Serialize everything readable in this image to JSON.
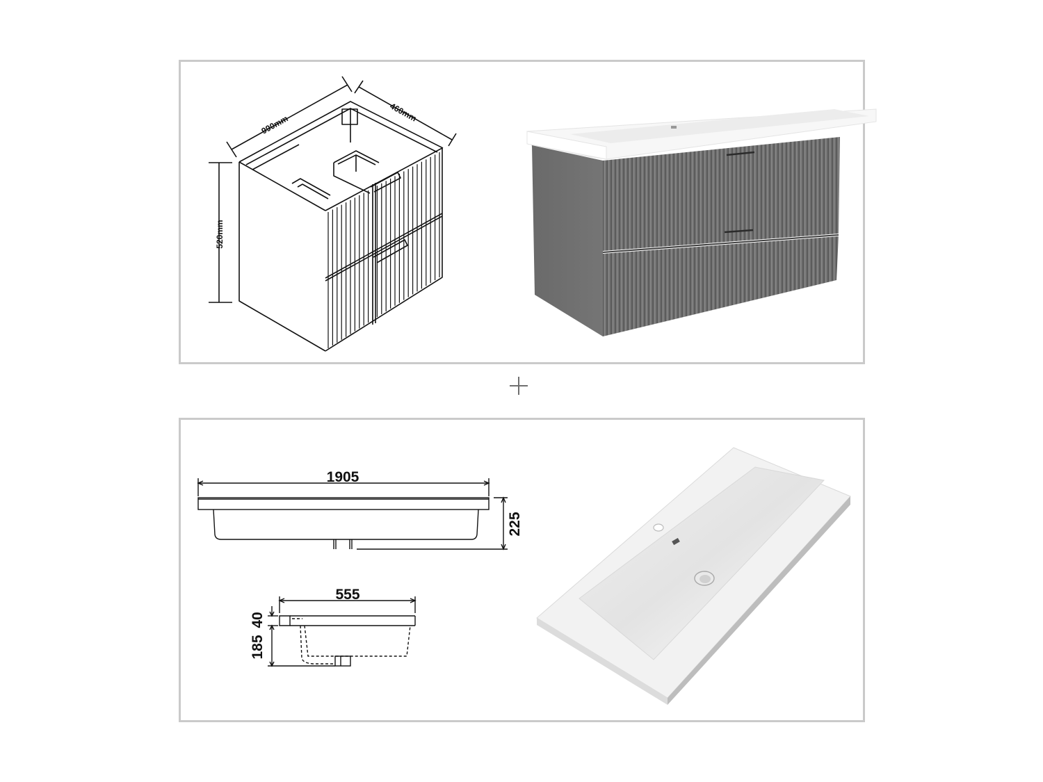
{
  "cabinet_panel": {
    "line_drawing": {
      "dimensions": {
        "width": "990mm",
        "depth": "460mm",
        "height": "520mm"
      }
    },
    "render": {
      "cabinet_color": "#6e6e6e",
      "basin_color": "#ffffff",
      "drawer_count": 2
    }
  },
  "separator": {
    "symbol": "+"
  },
  "basin_panel": {
    "front_view": {
      "width_label": "1905",
      "height_label": "225"
    },
    "side_view": {
      "depth_label": "555",
      "rim_thickness_label": "40",
      "bowl_depth_label": "185"
    },
    "render": {
      "basin_color": "#f4f4f4"
    }
  },
  "colors": {
    "panel_border": "#cacaca",
    "line": "#111111",
    "plus": "#6f6f6f"
  }
}
